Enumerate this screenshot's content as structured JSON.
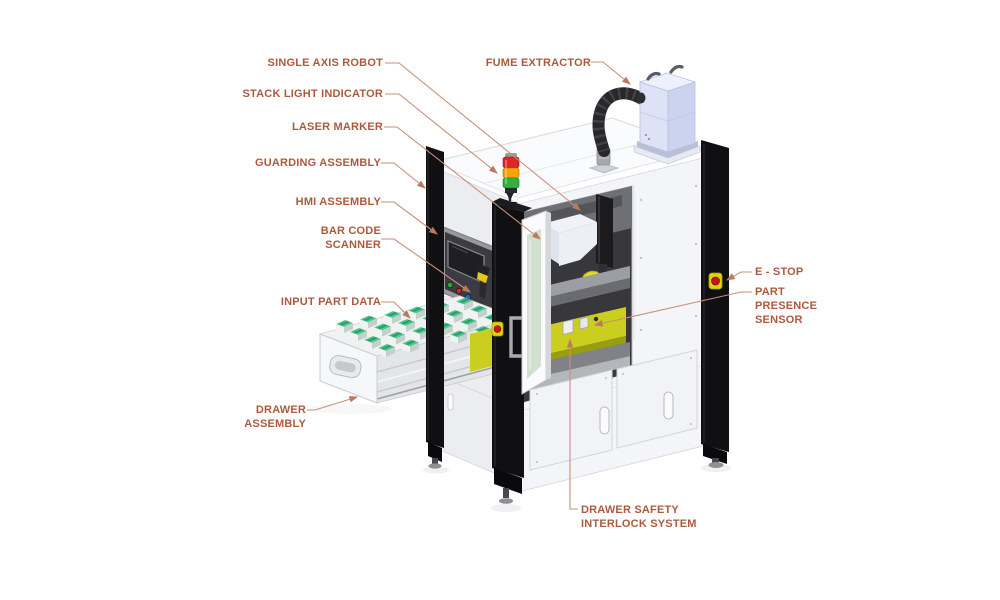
{
  "diagram": {
    "type": "labeled-technical-illustration",
    "subject": "Laser marking machine with guarding, fume extraction and part loading drawer",
    "background": "#FFFFFF",
    "label_text_color": "#AC5A3E",
    "leader_line_color": "#C6907A"
  },
  "labels": {
    "single_axis_robot": "SINGLE AXIS ROBOT",
    "stack_light_indicator": "STACK LIGHT INDICATOR",
    "laser_marker": "LASER MARKER",
    "guarding_assembly": "GUARDING ASSEMBLY",
    "hmi_assembly": "HMI ASSEMBLY",
    "bar_code_scanner": "BAR CODE SCANNER",
    "input_part_data": "INPUT PART DATA",
    "drawer_assembly": "DRAWER ASSEMBLY",
    "fume_extractor": "FUME EXTRACTOR",
    "e_stop": "E - STOP",
    "part_presence_sensor": "PART PRESENCE SENSOR",
    "drawer_safety_interlock_system": "DRAWER SAFETY INTERLOCK SYSTEM"
  },
  "machine_colors": {
    "cabinet_body": "#F2F3F6",
    "guarding_pillars": "#101013",
    "stack_light_red": "#E02525",
    "stack_light_amber": "#F5A40A",
    "stack_light_green": "#33B13C",
    "work_platform_yellow": "#C9CE1F",
    "fume_extractor_body": "#DDE2F6",
    "hose_black": "#28282B",
    "estop_red": "#CB1515",
    "estop_ring_yellow": "#DED40A",
    "tray_part_green": "#52C792",
    "hmi_screen": "#1E1E24"
  }
}
